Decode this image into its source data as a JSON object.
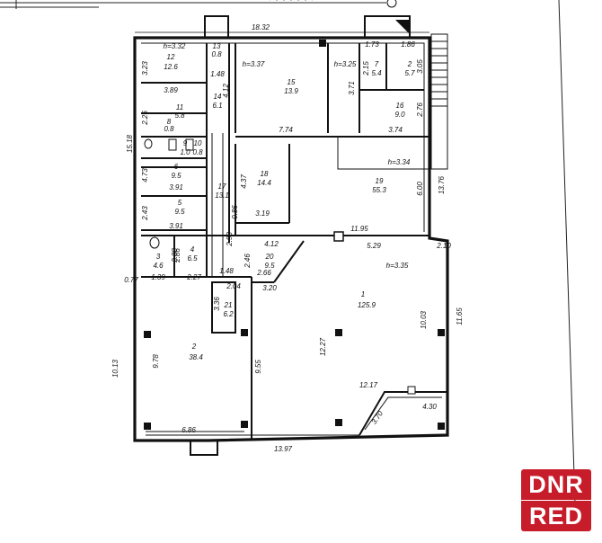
{
  "header": {
    "top_dimension": "18.32"
  },
  "rooms": [
    {
      "id": "r1",
      "number": "1",
      "area": "125.9"
    },
    {
      "id": "r2",
      "number": "2",
      "area": "38.4"
    },
    {
      "id": "r3",
      "number": "3",
      "area": "4.6"
    },
    {
      "id": "r4",
      "number": "4",
      "area": "6.5"
    },
    {
      "id": "r5",
      "number": "5",
      "area": "9.5"
    },
    {
      "id": "r6",
      "number": "6",
      "area": "9.5"
    },
    {
      "id": "r7",
      "number": "7",
      "area": "5.4"
    },
    {
      "id": "r8",
      "number": "8",
      "area": "0.8"
    },
    {
      "id": "r9",
      "number": "9",
      "area": "1.0"
    },
    {
      "id": "r10",
      "number": "10",
      "area": "0.8"
    },
    {
      "id": "r11",
      "number": "11",
      "area": "5.8"
    },
    {
      "id": "r12",
      "number": "12",
      "area": "12.6"
    },
    {
      "id": "r13",
      "number": "13",
      "area": "0.8"
    },
    {
      "id": "r14",
      "number": "14",
      "area": "6.1"
    },
    {
      "id": "r15",
      "number": "15",
      "area": "13.9"
    },
    {
      "id": "r16",
      "number": "16",
      "area": "9.0"
    },
    {
      "id": "r17",
      "number": "17",
      "area": "13.1"
    },
    {
      "id": "r18",
      "number": "18",
      "area": "14.4"
    },
    {
      "id": "r19",
      "number": "19",
      "area": "55.3"
    },
    {
      "id": "r20",
      "number": "20",
      "area": "9.5"
    },
    {
      "id": "r21",
      "number": "21",
      "area": "6.2"
    },
    {
      "id": "r2b",
      "number": "2",
      "area": "5.7"
    }
  ],
  "heights": [
    "h=3.32",
    "h=3.37",
    "h=3.25",
    "h=3.34",
    "h=3.35"
  ],
  "dimensions": [
    "1.73",
    "1.86",
    "3.23",
    "3.89",
    "2.26",
    "15.18",
    "4.73",
    "3.91",
    "2.43",
    "3.91",
    "3.05",
    "2.76",
    "13.76",
    "6.00",
    "2.10",
    "11.65",
    "10.03",
    "12.17",
    "4.30",
    "3.70",
    "13.97",
    "6.86",
    "10.13",
    "9.78",
    "9.55",
    "12.27",
    "3.20",
    "2.66",
    "4.12",
    "5.29",
    "11.95",
    "7.74",
    "3.74",
    "3.19",
    "2.27",
    "1.48",
    "1.39",
    "0.77",
    "2.04",
    "2.46",
    "3.36",
    "2.86",
    "4.37",
    "4.12",
    "1.48",
    "2.15",
    "3.71",
    "2.88",
    "2.98",
    "0.86"
  ],
  "logo": {
    "line1": "DNR",
    "line2": "RED",
    "color": "#c71d2a"
  }
}
